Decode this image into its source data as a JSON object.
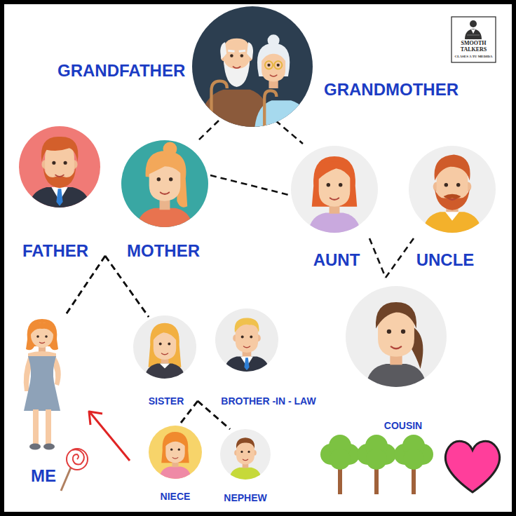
{
  "diagram": {
    "nodes": [
      {
        "text": [
          "GRANDFATHER",
          "GRANDMOTHER"
        ]
      },
      {
        "text": [
          "FATHER"
        ]
      },
      {
        "text": [
          "MOTHER"
        ]
      },
      {
        "text": [
          "AUNT"
        ]
      },
      {
        "text": [
          "UNCLE"
        ]
      },
      {
        "text": [
          "ME"
        ]
      },
      {
        "text": [
          "SISTER"
        ]
      },
      {
        "text": [
          "BROTHER -IN - LAW"
        ]
      },
      {
        "text": [
          "COUSIN"
        ]
      },
      {
        "text": [
          "NIECE"
        ]
      },
      {
        "text": [
          "NEPHEW"
        ]
      }
    ],
    "edges": [
      {
        "from": 0,
        "to": 2,
        "arrow": "none"
      },
      {
        "from": 0,
        "to": 3,
        "arrow": "none"
      },
      {
        "from": 2,
        "to": 3,
        "arrow": "none"
      },
      {
        "from": 1,
        "to": 5,
        "arrow": "none"
      },
      {
        "from": 2,
        "to": 5,
        "arrow": "none"
      },
      {
        "from": 1,
        "to": 6,
        "arrow": "none"
      },
      {
        "from": 2,
        "to": 6,
        "arrow": "none"
      },
      {
        "from": 3,
        "to": 8,
        "arrow": "none"
      },
      {
        "from": 4,
        "to": 8,
        "arrow": "none"
      },
      {
        "from": 6,
        "to": 9,
        "arrow": "none"
      },
      {
        "from": 7,
        "to": 9,
        "arrow": "none"
      },
      {
        "from": 6,
        "to": 10,
        "arrow": "none"
      },
      {
        "from": 7,
        "to": 10,
        "arrow": "none"
      }
    ],
    "labels": [
      "SMOOTH TALKERS",
      "CLASES A TU MEDIDA"
    ]
  }
}
